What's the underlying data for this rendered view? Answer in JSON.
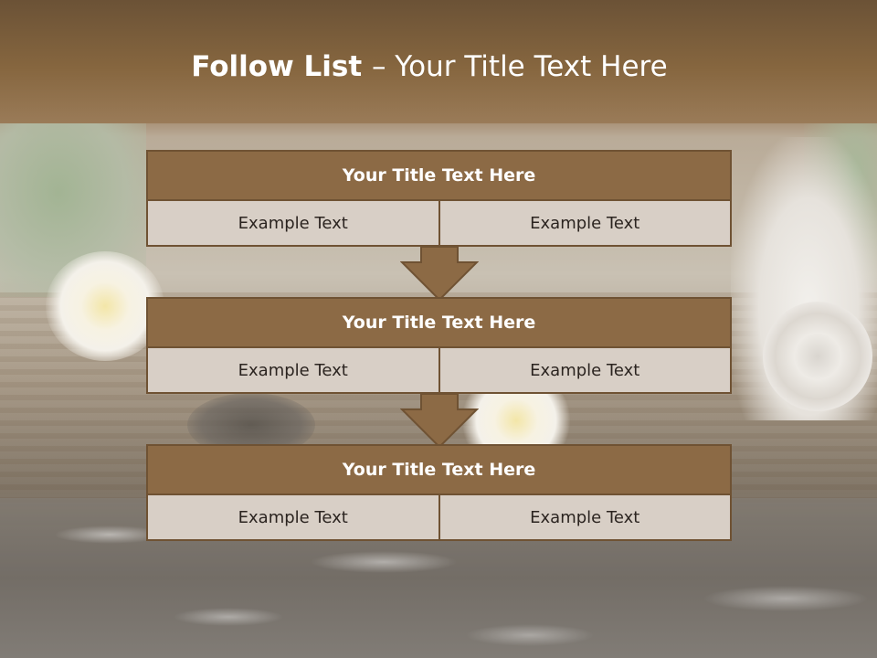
{
  "slide": {
    "title_bold": "Follow List ",
    "title_rest": " – Your Title Text Here"
  },
  "blocks": [
    {
      "title": "Your Title Text Here",
      "cells": [
        "Example Text",
        "Example Text"
      ]
    },
    {
      "title": "Your Title Text Here",
      "cells": [
        "Example Text",
        "Example Text"
      ]
    },
    {
      "title": "Your Title Text Here",
      "cells": [
        "Example Text",
        "Example Text"
      ]
    }
  ],
  "colors": {
    "header_brown": "#8c6a45",
    "border_brown": "#6f5233",
    "cell_fill": "#d8cfc6",
    "title_text": "#ffffff"
  },
  "icons": [
    "down-arrow-icon",
    "down-arrow-icon"
  ]
}
